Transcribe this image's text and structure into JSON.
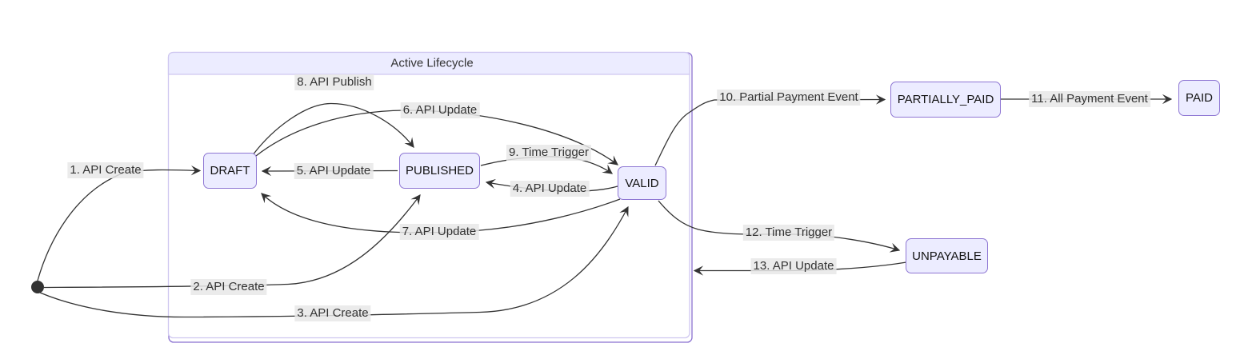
{
  "diagram": {
    "type": "state-diagram",
    "cluster": {
      "title": "Active Lifecycle"
    },
    "states": {
      "draft": "DRAFT",
      "published": "PUBLISHED",
      "valid": "VALID",
      "partially_paid": "PARTIALLY_PAID",
      "paid": "PAID",
      "unpayable": "UNPAYABLE"
    },
    "transitions": [
      {
        "label": "1. API Create",
        "from": "initial",
        "to": "DRAFT"
      },
      {
        "label": "2. API Create",
        "from": "initial",
        "to": "PUBLISHED"
      },
      {
        "label": "3. API Create",
        "from": "initial",
        "to": "VALID"
      },
      {
        "label": "4. API Update",
        "from": "VALID",
        "to": "PUBLISHED"
      },
      {
        "label": "5. API Update",
        "from": "PUBLISHED",
        "to": "DRAFT"
      },
      {
        "label": "6. API Update",
        "from": "DRAFT",
        "to": "VALID"
      },
      {
        "label": "7. API Update",
        "from": "VALID",
        "to": "DRAFT"
      },
      {
        "label": "8. API Publish",
        "from": "DRAFT",
        "to": "PUBLISHED"
      },
      {
        "label": "9. Time Trigger",
        "from": "PUBLISHED",
        "to": "VALID"
      },
      {
        "label": "10. Partial Payment Event",
        "from": "VALID",
        "to": "PARTIALLY_PAID"
      },
      {
        "label": "11. All Payment Event",
        "from": "PARTIALLY_PAID",
        "to": "PAID"
      },
      {
        "label": "12. Time Trigger",
        "from": "VALID",
        "to": "UNPAYABLE"
      },
      {
        "label": "13. API Update",
        "from": "UNPAYABLE",
        "to": "Active Lifecycle"
      }
    ],
    "colors": {
      "state_fill": "#ECECFF",
      "state_border": "#9370DB",
      "cluster_header_fill": "#ECECFF",
      "cluster_border": "#9370DB",
      "edge_label_bg": "#E8E8E8",
      "edge_line": "#333333",
      "text": "#131313",
      "initial_dot": "#333333"
    }
  }
}
